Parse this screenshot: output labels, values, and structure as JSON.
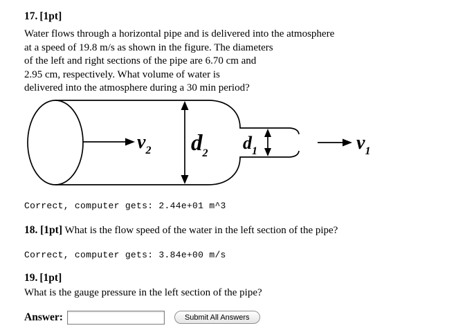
{
  "colors": {
    "bg": "#ffffff",
    "text": "#000000"
  },
  "q17": {
    "number": "17.",
    "points": "[1pt]",
    "line1": "Water flows through a horizontal pipe and is delivered into the atmosphere",
    "line2": "at a speed of 19.8 m/s as shown in the figure. The diameters",
    "line3": "of the left and right sections of the pipe are 6.70 cm and",
    "line4": "2.95 cm, respectively. What volume of water is",
    "line5": "delivered into the atmosphere during a 30 min period?",
    "feedback": "Correct, computer gets: 2.44e+01 m^3"
  },
  "figure": {
    "v2_main": "v",
    "v2_sub": "2",
    "d2_main": "d",
    "d2_sub": "2",
    "d1_main": "d",
    "d1_sub": "1",
    "v1_main": "v",
    "v1_sub": "1"
  },
  "q18": {
    "number": "18.",
    "points": "[1pt]",
    "text": "What is the flow speed of the water in the left section of the pipe?",
    "feedback": "Correct, computer gets: 3.84e+00 m/s"
  },
  "q19": {
    "number": "19.",
    "points": "[1pt]",
    "text": "What is the gauge pressure in the left section of the pipe?"
  },
  "answer": {
    "label": "Answer:",
    "value": "",
    "submit_label": "Submit All Answers"
  }
}
